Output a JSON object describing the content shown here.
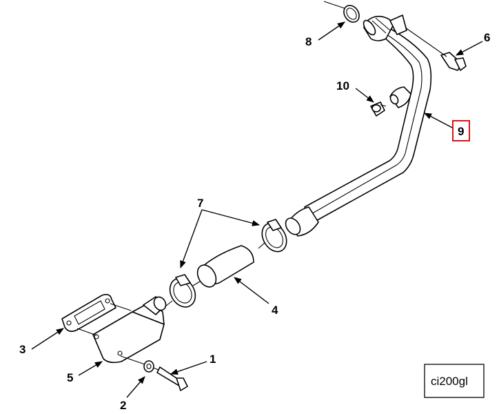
{
  "callouts": {
    "c1": "1",
    "c2": "2",
    "c3": "3",
    "c4": "4",
    "c5": "5",
    "c6": "6",
    "c7": "7",
    "c8": "8",
    "c9": "9",
    "c10": "10"
  },
  "highlighted_callout": "9",
  "highlight_color": "#e01010",
  "figure_id": "ci200gl"
}
